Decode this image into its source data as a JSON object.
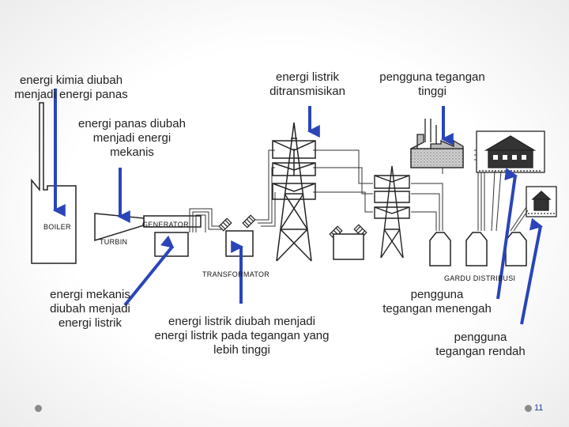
{
  "labels": {
    "kimia": [
      "energi kimia diubah",
      "menjadi energi panas"
    ],
    "listrik_transmisi": [
      "energi listrik",
      "ditransmisikan"
    ],
    "tegangan_tinggi": [
      "pengguna tegangan",
      "tinggi"
    ],
    "panas": [
      "energi panas diubah",
      "menjadi energi",
      "mekanis"
    ],
    "mekanis": [
      "energi mekanis",
      "diubah menjadi",
      "energi listrik"
    ],
    "diubah": [
      "energi listrik diubah menjadi",
      "energi listrik pada tegangan yang",
      "lebih tinggi"
    ],
    "menengah": [
      "pengguna",
      "tegangan menengah"
    ],
    "rendah": [
      "pengguna",
      "tegangan rendah"
    ]
  },
  "components": {
    "boiler": "BOILER",
    "generator": "GENERATOR",
    "turbin": "TURBIN",
    "transformator": "TRANSFORMATOR",
    "gardu": "GARDU DISTRIBUSI"
  },
  "page_number": "11",
  "colors": {
    "arrow": "#2a45b8",
    "line": "#333333"
  }
}
